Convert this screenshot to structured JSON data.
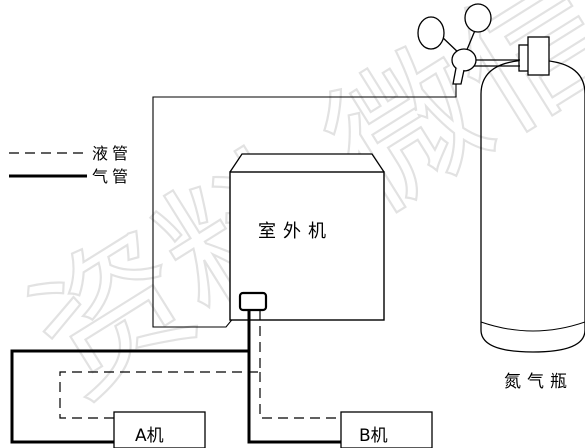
{
  "legend": {
    "liquid_pipe": "液管",
    "gas_pipe": "气管"
  },
  "outdoor_unit": {
    "label": "室外机"
  },
  "indoor_units": [
    {
      "label": "A机"
    },
    {
      "label": "B机"
    }
  ],
  "nitrogen_cylinder": {
    "label": "氮气瓶"
  },
  "watermark": "资料 微信"
}
